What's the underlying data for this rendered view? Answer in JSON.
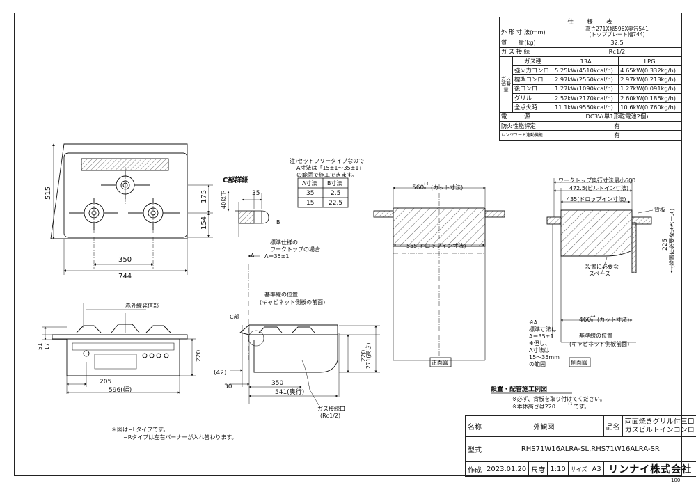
{
  "spec": {
    "title": "仕　　様　　表",
    "dims_label": "外 形 寸 法(mm)",
    "dims_value": "高さ271X幅596X奥行541",
    "dims_sub": "(トッププレート幅744)",
    "mass_label": "質　　量(kg)",
    "mass_value": "32.5",
    "gas_conn_label": "ガ ス 接 続",
    "gas_conn_value": "Rc1/2",
    "gas_kind_label": "ガス種",
    "gas_13a": "13A",
    "gas_lpg": "LPG",
    "consumption_label": "ガス消費量",
    "rows": [
      {
        "name": "強火力コンロ",
        "a": "5.25kW(4510kcal/h)",
        "b": "4.65kW(0.332kg/h)"
      },
      {
        "name": "標準コンロ",
        "a": "2.97kW(2550kcal/h)",
        "b": "2.97kW(0.213kg/h)"
      },
      {
        "name": "後コンロ",
        "a": "1.27kW(1090kcal/h)",
        "b": "1.27kW(0.091kg/h)"
      },
      {
        "name": "グリル",
        "a": "2.52kW(2170kcal/h)",
        "b": "2.60kW(0.186kg/h)"
      },
      {
        "name": "全点火時",
        "a": "11.1kW(9550kcal/h)",
        "b": "10.6kW(0.760kg/h)"
      }
    ],
    "power_label": "電　　　源",
    "power_value": "DC3V(単1形乾電池2個)",
    "fire_label": "防火性能評定",
    "fire_value": "有",
    "hood_label": "レンジフード連動機能",
    "hood_value": "有"
  },
  "top_view": {
    "dim_515": "515",
    "dim_175": "175",
    "dim_154": "154",
    "dim_350": "350",
    "dim_744": "744"
  },
  "detail_c": {
    "title": "C部詳細",
    "dim_35": "35",
    "dim_40": "40以下",
    "label_a": "A",
    "label_b": "B",
    "standard_note_1": "標準仕様の",
    "standard_note_2": "ワークトップの場合",
    "standard_note_3": "A＝35±1"
  },
  "setfree": {
    "note_1": "注)セットフリータイプなので",
    "note_2": "A寸法は「15±1〜35±1」",
    "note_3": "の範囲で施工できます。",
    "col_a": "A寸法",
    "col_b": "B寸法",
    "rows": [
      [
        "35",
        "2.5"
      ],
      [
        "15",
        "22.5"
      ]
    ]
  },
  "front_view": {
    "ir_label": "赤外線発信部",
    "dim_51": "51",
    "dim_17": "17",
    "dim_220": "220",
    "dim_205": "205",
    "dim_596": "596(幅)"
  },
  "side_view": {
    "c_label": "C部",
    "ref_1": "基準線の位置",
    "ref_2": "(キャビネット側板の前面)",
    "dim_42": "(42)",
    "dim_30": "30",
    "dim_350": "350",
    "dim_541": "541(奥行)",
    "dim_220": "220",
    "dim_271": "271(高さ)",
    "gas_1": "ガス接続口",
    "gas_2": "(Rc1/2)"
  },
  "cabinet_front": {
    "cut": "560",
    "cut_tol_up": "+4",
    "cut_tol_dn": "0",
    "cut_label": "(カット寸法)",
    "dropin": "555(ドロップイン寸法)",
    "caption": "正面図"
  },
  "cabinet_side": {
    "worktop": "ワークトップ奥行寸法最小600",
    "builtin": "472.5(ビルトイン寸法)",
    "dropin": "435(ドロップイン寸法)",
    "backboard": "背板",
    "dim_225": "225",
    "space_v": "(設置に必要なスペース)",
    "space_1": "設置に必要な",
    "space_2": "スペース",
    "a_note_1": "※A",
    "a_note_2": "標準寸法は",
    "a_note_3": "A＝35±1",
    "a_note_4": "※但し、",
    "a_note_5": "A寸法は",
    "a_note_6": "15〜35mm",
    "a_note_7": "の範囲",
    "cut": "460",
    "cut_tol_up": "+4",
    "cut_tol_dn": "0",
    "cut_label": "(カット寸法)",
    "ref_1": "基準線の位置",
    "ref_2": "(キャビネット側板前面)",
    "caption": "側面図"
  },
  "install": {
    "title": "設置・配管施工例図",
    "note_1": "※必ず、背板を取り付けてください。",
    "note_2": "※本体高さは220",
    "note_2_tol": "+1",
    "note_2_end": "です。"
  },
  "notes": {
    "n1": "＊図は−Lタイプです。",
    "n2": "−Rタイプは左右バーナーが入れ替わります。"
  },
  "title_block": {
    "name_label": "名称",
    "name_value": "外観図",
    "product_label": "品名",
    "product_1": "両面焼きグリル付三口",
    "product_2": "ガスビルトインコンロ",
    "model_label": "型式",
    "model_value": "RHS71W16ALRA-SL,RHS71W16ALRA-SR",
    "made_label": "作成",
    "made_value": "2023.01.20",
    "scale_label": "尺度",
    "scale_value": "1:10",
    "size_label": "サイズ",
    "size_value": "A3",
    "company": "リンナイ株式会社"
  },
  "page_number": "100"
}
